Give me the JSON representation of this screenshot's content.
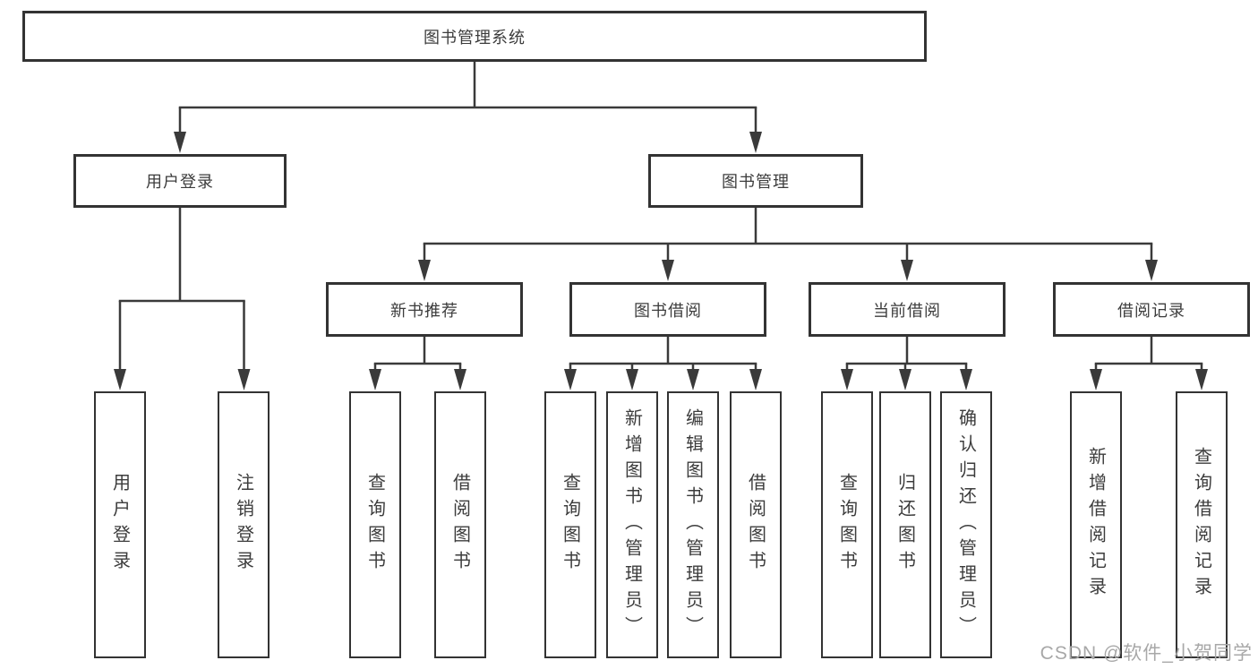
{
  "tree": {
    "label": "图书管理系统",
    "children": [
      {
        "label": "用户登录",
        "children": [
          {
            "label": "用户登录"
          },
          {
            "label": "注销登录"
          }
        ]
      },
      {
        "label": "图书管理",
        "children": [
          {
            "label": "新书推荐",
            "children": [
              {
                "label": "查询图书"
              },
              {
                "label": "借阅图书"
              }
            ]
          },
          {
            "label": "图书借阅",
            "children": [
              {
                "label": "查询图书"
              },
              {
                "label": "新增图书（管理员）"
              },
              {
                "label": "编辑图书（管理员）"
              },
              {
                "label": "借阅图书"
              }
            ]
          },
          {
            "label": "当前借阅",
            "children": [
              {
                "label": "查询图书"
              },
              {
                "label": "归还图书"
              },
              {
                "label": "确认归还（管理员）"
              }
            ]
          },
          {
            "label": "借阅记录",
            "children": [
              {
                "label": "新增借阅记录"
              },
              {
                "label": "查询借阅记录"
              }
            ]
          }
        ]
      }
    ]
  },
  "watermark": {
    "text": "CSDN @软件_小贺同学"
  },
  "colors": {
    "line": "#3a3a3a",
    "border": "#333333",
    "text": "#3c3c3c",
    "watermark": "#a8a8a8",
    "background": "#ffffff"
  }
}
